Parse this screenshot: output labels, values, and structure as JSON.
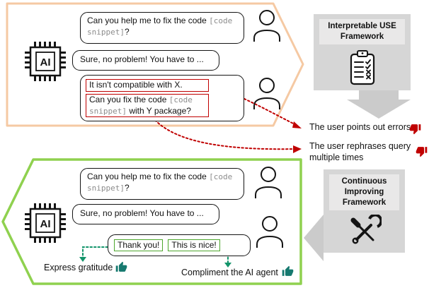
{
  "colors": {
    "top_panel_border": "#F5C9A3",
    "bottom_panel_border": "#8FD14F",
    "negative_accent": "#C00000",
    "positive_box_border": "#4EA72E",
    "positive_arrow": "#12946A",
    "positive_thumb": "#16796F",
    "framework_box_bg": "#D6D6D6",
    "framework_title_bg": "#E9E8E8",
    "gray_arrow": "#CBCBCB",
    "code_text": "#8C8C8C"
  },
  "conversation": {
    "user_query_prefix": "Can you help me to fix the code ",
    "user_query_code": "[code snippet]",
    "user_query_suffix": "?",
    "ai_label": "AI",
    "ai_reply": "Sure, no problem! You have to ...",
    "error_feedback": "It isn't compatible with X.",
    "rephrase_prefix": "Can you fix the code ",
    "rephrase_code": "[code snippet]",
    "rephrase_suffix": " with Y package?",
    "gratitude_feedback": "Thank you!",
    "compliment_feedback": "This is nice!"
  },
  "frameworks": {
    "use": {
      "title": "Interpretable USE Framework",
      "icon": "clipboard-checklist-icon"
    },
    "ci": {
      "title": "Continuous Improving Framework",
      "icon": "crossed-tools-icon"
    }
  },
  "findings": {
    "negative1": "The user points out errors",
    "negative2": "The user rephrases query multiple times",
    "positive1": "Express gratitude",
    "positive2": "Compliment the AI agent"
  },
  "icons": {
    "ai": "ai-chip-icon",
    "user": "person-icon",
    "use_framework": "clipboard-checklist-icon",
    "ci_framework": "crossed-tools-icon",
    "negative": "thumbs-down-icon",
    "positive": "thumbs-up-icon"
  }
}
